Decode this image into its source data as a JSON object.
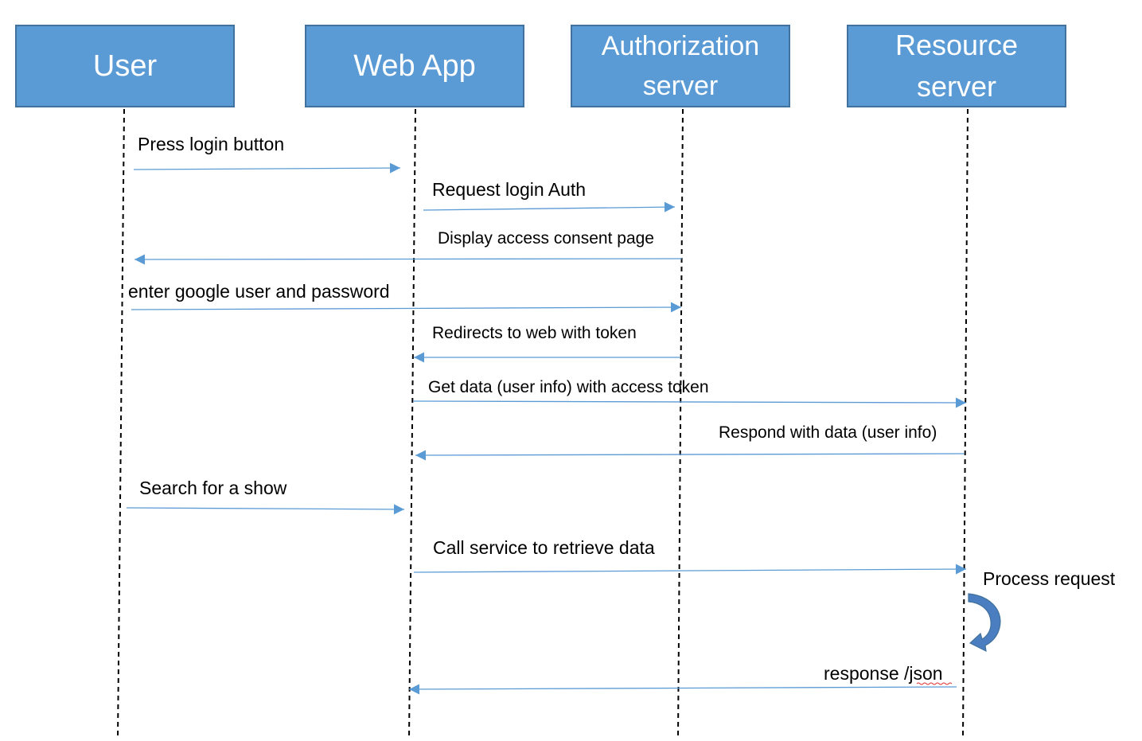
{
  "colors": {
    "actor_fill": "#5b9bd5",
    "actor_border": "#41719c",
    "actor_text": "#ffffff",
    "message_line": "#5b9bd5",
    "lifeline": "#000000",
    "self_arrow_fill": "#4a7ec0"
  },
  "actors": [
    {
      "id": "user",
      "lines": [
        "User"
      ]
    },
    {
      "id": "webapp",
      "lines": [
        "Web App"
      ]
    },
    {
      "id": "auth",
      "lines": [
        "Authorization",
        "server"
      ]
    },
    {
      "id": "resource",
      "lines": [
        "Resource",
        "server"
      ]
    }
  ],
  "messages": [
    {
      "from": "user",
      "to": "webapp",
      "label": "Press login button"
    },
    {
      "from": "webapp",
      "to": "auth",
      "label": "Request login Auth"
    },
    {
      "from": "auth",
      "to": "user",
      "label": "Display access consent page"
    },
    {
      "from": "user",
      "to": "auth",
      "label": "enter google user and password"
    },
    {
      "from": "auth",
      "to": "webapp",
      "label": "Redirects to web with token"
    },
    {
      "from": "webapp",
      "to": "resource",
      "label": "Get data (user info) with access token"
    },
    {
      "from": "resource",
      "to": "webapp",
      "label": "Respond with data (user info)"
    },
    {
      "from": "user",
      "to": "webapp",
      "label": "Search for a show"
    },
    {
      "from": "webapp",
      "to": "resource",
      "label": "Call service to retrieve data"
    },
    {
      "from": "resource",
      "to": "resource",
      "label": "Process request",
      "self": true
    },
    {
      "from": "resource",
      "to": "webapp",
      "label": "response /json"
    }
  ]
}
